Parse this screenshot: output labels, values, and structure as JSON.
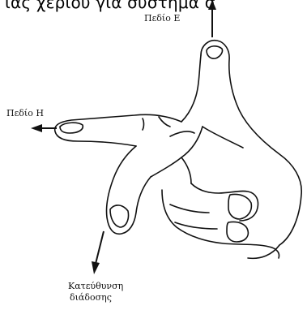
{
  "header": {
    "text": "ιας χεριού για σύστημα σ"
  },
  "labels": {
    "field_e": "Πεδίο E",
    "field_h": "Πεδίο H",
    "propagation_line1": "Κατεύθυνση",
    "propagation_line2": "διάδοσης"
  },
  "colors": {
    "ink": "#111111",
    "background": "#ffffff"
  }
}
